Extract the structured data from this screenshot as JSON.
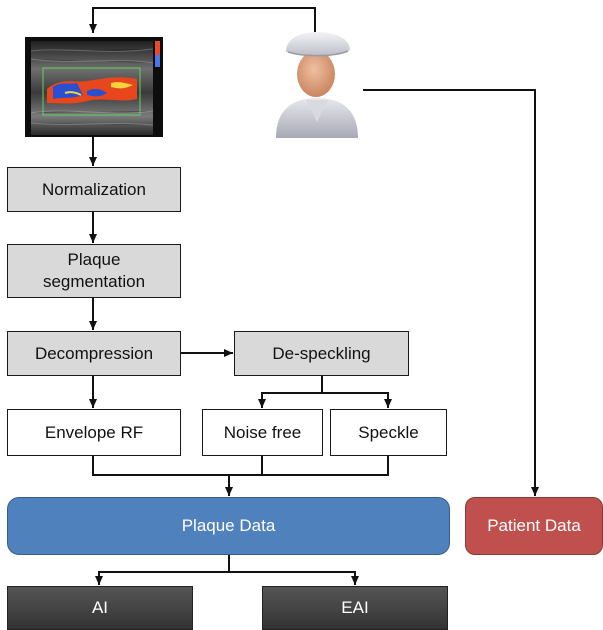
{
  "nodes": {
    "normalization": "Normalization",
    "plaque_segmentation": "Plaque segmentation",
    "decompression": "Decompression",
    "despeckling": "De-speckling",
    "envelope_rf": "Envelope RF",
    "noise_free": "Noise free",
    "speckle": "Speckle",
    "plaque_data": "Plaque Data",
    "patient_data": "Patient Data",
    "ai": "AI",
    "eai": "EAI"
  },
  "colors": {
    "process_box": "#d9d9d9",
    "plaque_data": "#4f81bd",
    "patient_data": "#c0504d",
    "output_box": "#3a3a3a",
    "ultrasound_flow_red": "#e8461c",
    "ultrasound_flow_blue": "#2a4fd0"
  },
  "icons": {
    "ultrasound": "doppler-ultrasound-image",
    "clinician": "clinician-person-icon"
  }
}
